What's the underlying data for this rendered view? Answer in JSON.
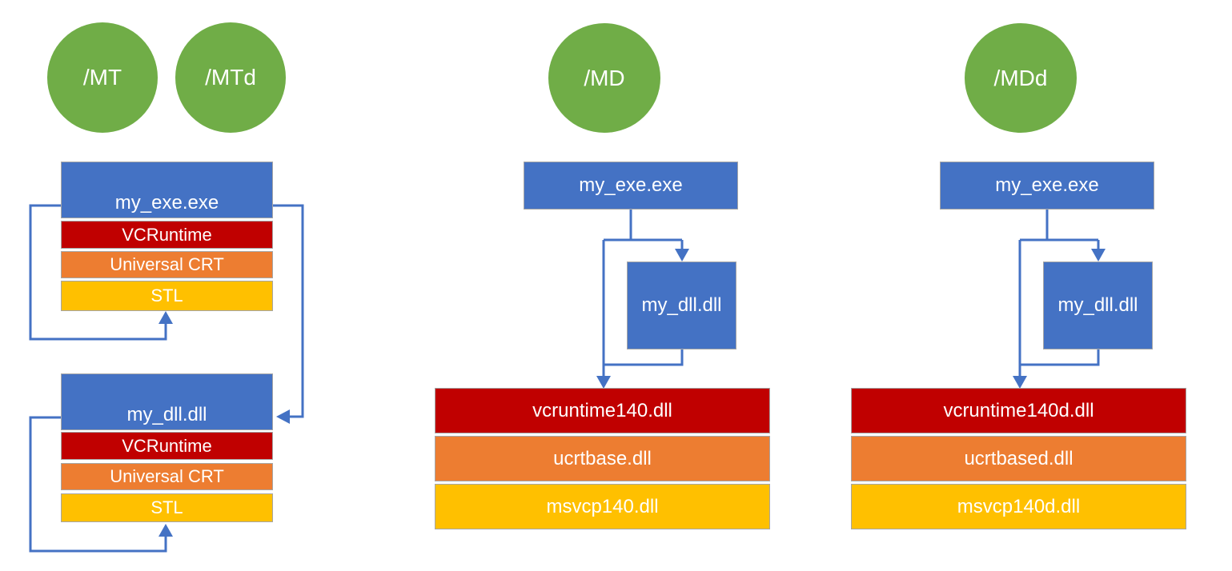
{
  "colors": {
    "green": "#70AD47",
    "blue": "#4472C4",
    "red": "#C00000",
    "orange": "#ED7D31",
    "yellow": "#FFC000",
    "line": "#4472C4",
    "border": "#A6A6A6"
  },
  "diagram": {
    "static_column": {
      "badges": [
        "/MT",
        "/MTd"
      ],
      "exe": {
        "module": "my_exe.exe",
        "layers": [
          "VCRuntime",
          "Universal CRT",
          "STL"
        ]
      },
      "dll": {
        "module": "my_dll.dll",
        "layers": [
          "VCRuntime",
          "Universal CRT",
          "STL"
        ]
      }
    },
    "md_column": {
      "badge": "/MD",
      "exe": "my_exe.exe",
      "dll": "my_dll.dll",
      "runtime_dlls": [
        "vcruntime140.dll",
        "ucrtbase.dll",
        "msvcp140.dll"
      ]
    },
    "mdd_column": {
      "badge": "/MDd",
      "exe": "my_exe.exe",
      "dll": "my_dll.dll",
      "runtime_dlls": [
        "vcruntime140d.dll",
        "ucrtbased.dll",
        "msvcp140d.dll"
      ]
    }
  }
}
